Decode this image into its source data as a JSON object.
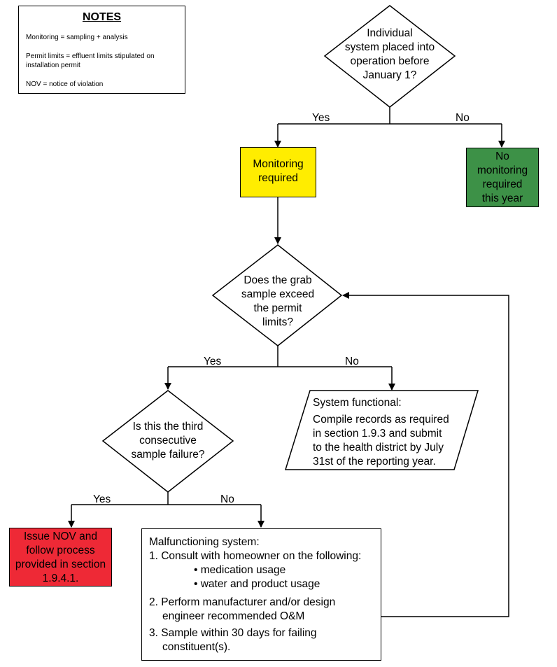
{
  "notes": {
    "title": "NOTES",
    "line1": "Monitoring  =  sampling + analysis",
    "line2a": "Permit limits  =  effluent limits stipulated on",
    "line2b": "installation permit",
    "line3": "NOV  =  notice of violation"
  },
  "decision1": {
    "l1": "Individual",
    "l2": "system placed into",
    "l3": "operation before",
    "l4": "January 1?"
  },
  "labels": {
    "yes1": "Yes",
    "no1": "No",
    "yes2": "Yes",
    "no2": "No",
    "yes3": "Yes",
    "no3": "No"
  },
  "monitoring": {
    "l1": "Monitoring",
    "l2": "required"
  },
  "no_monitoring": {
    "l1": "No",
    "l2": "monitoring",
    "l3": "required",
    "l4": "this year"
  },
  "decision2": {
    "l1": "Does the grab",
    "l2": "sample exceed",
    "l3": "the permit",
    "l4": "limits?"
  },
  "decision3": {
    "l1": "Is this the third",
    "l2": "consecutive",
    "l3": "sample failure?"
  },
  "functional": {
    "l1": "System functional:",
    "l2": "Compile records as required",
    "l3": "in section 1.9.3 and submit",
    "l4": "to the health district by July",
    "l5": "31st of the reporting year."
  },
  "issue_nov": {
    "l1": "Issue NOV and",
    "l2": "follow process",
    "l3": "provided in section",
    "l4": "1.9.4.1."
  },
  "malfunction": {
    "title": "Malfunctioning system:",
    "item1": "1. Consult with homeowner on the following:",
    "bullet1": "• medication usage",
    "bullet2": "• water and product usage",
    "item2a": "2. Perform manufacturer and/or design",
    "item2b": "engineer recommended O&M",
    "item3a": "3. Sample within 30 days for failing",
    "item3b": "constituent(s)."
  },
  "colors": {
    "monitoring_fill": "#ffed00",
    "no_monitoring_fill": "#3d9147",
    "issue_nov_fill": "#ee2936"
  }
}
